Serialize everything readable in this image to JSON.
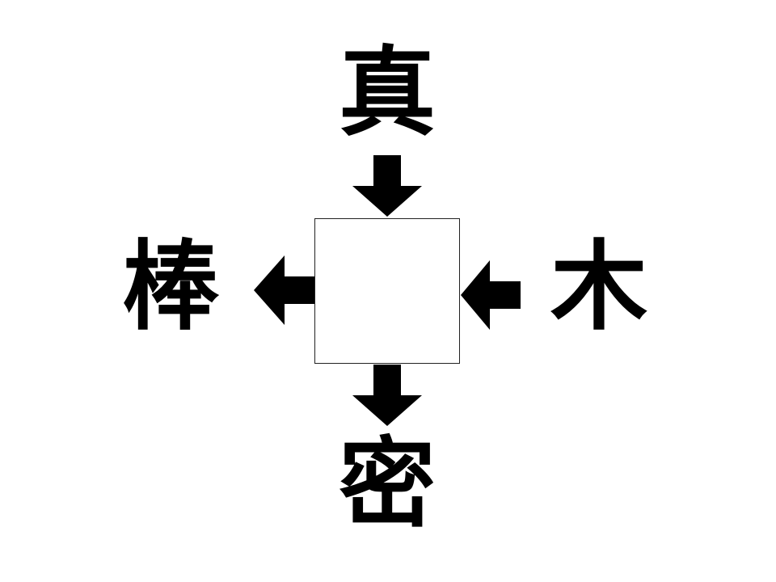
{
  "puzzle": {
    "top_char": "真",
    "left_char": "棒",
    "right_char": "木",
    "bottom_char": "密",
    "answer": ""
  },
  "icons": {
    "top_arrow": "arrow-down-icon",
    "left_arrow": "arrow-left-icon",
    "right_arrow": "arrow-left-icon",
    "bottom_arrow": "arrow-down-icon"
  },
  "colors": {
    "ink": "#000000",
    "box_border": "#222222",
    "background": "#ffffff"
  }
}
